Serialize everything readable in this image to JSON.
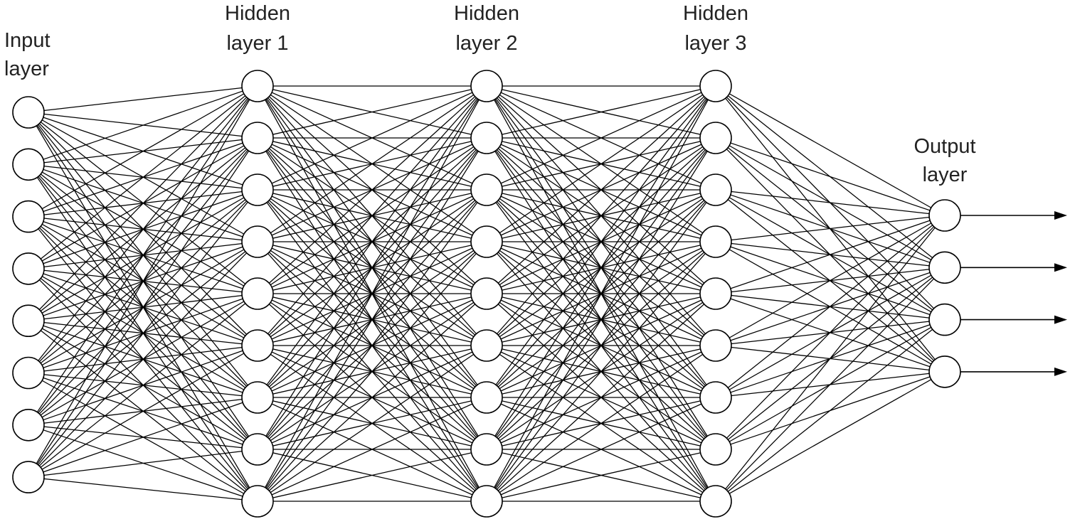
{
  "layers": [
    {
      "label_lines": [
        "Input",
        "layer"
      ],
      "node_count": 8
    },
    {
      "label_lines": [
        "Hidden",
        "layer 1"
      ],
      "node_count": 9
    },
    {
      "label_lines": [
        "Hidden",
        "layer 2"
      ],
      "node_count": 9
    },
    {
      "label_lines": [
        "Hidden",
        "layer 3"
      ],
      "node_count": 9
    },
    {
      "label_lines": [
        "Output",
        "layer"
      ],
      "node_count": 4
    }
  ],
  "connectivity": "fully-connected",
  "output_arrows": 4,
  "colors": {
    "background": "#ffffff",
    "stroke": "#000000",
    "node_fill": "#ffffff",
    "text": "#222222"
  }
}
